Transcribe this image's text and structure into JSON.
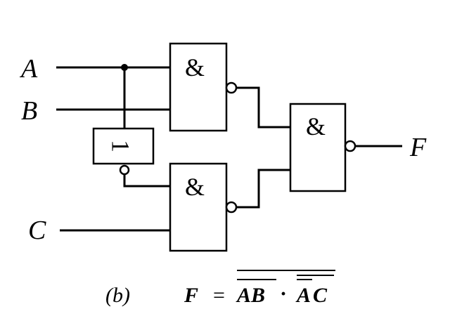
{
  "inputs": {
    "a": "A",
    "b": "B",
    "c": "C"
  },
  "output": {
    "f": "F"
  },
  "gates": {
    "and_top": "&",
    "and_bottom": "&",
    "and_output": "&",
    "inverter": "1"
  },
  "caption": {
    "label": "(b)",
    "formula_lhs": "F",
    "formula_eq": "=",
    "term1": "AB",
    "dot": "·",
    "term2_a": "A",
    "term2_c": "C"
  }
}
